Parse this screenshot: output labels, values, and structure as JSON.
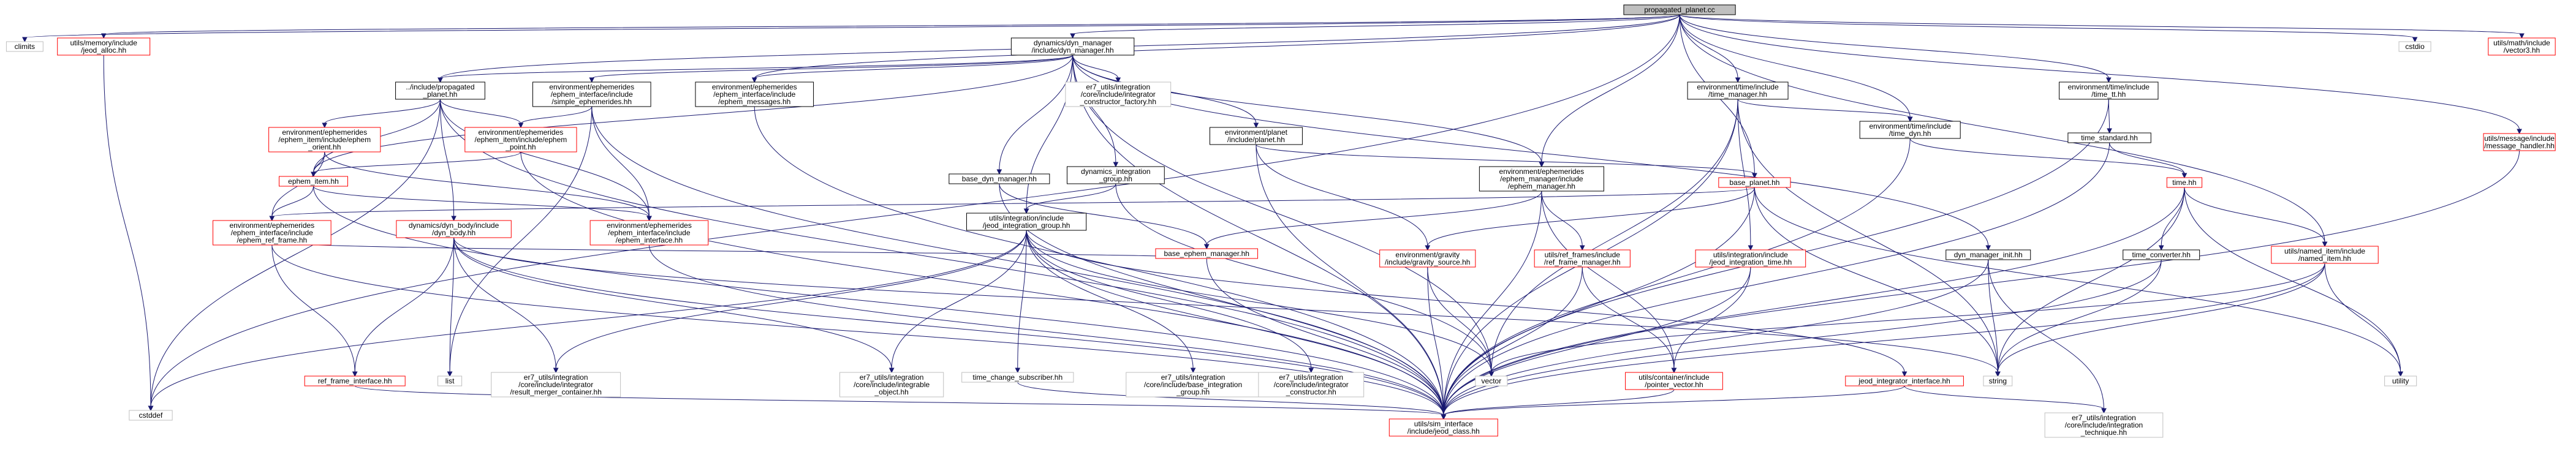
{
  "colors": {
    "node_fill": "#ffffff",
    "root_fill": "#bfbfbf",
    "border_plain": "#bfbfbf",
    "border_red": "#ff0000",
    "border_root": "#000000",
    "edge": "#191970"
  },
  "nodes": [
    {
      "id": "root",
      "lines": [
        "propagated_planet.cc"
      ],
      "style": "root"
    },
    {
      "id": "climits",
      "lines": [
        "climits"
      ],
      "style": "plain"
    },
    {
      "id": "jeod_alloc",
      "lines": [
        "utils/memory/include",
        "/jeod_alloc.hh"
      ],
      "style": "red"
    },
    {
      "id": "cstddef",
      "lines": [
        "cstddef"
      ],
      "style": "plain"
    },
    {
      "id": "dyn_manager",
      "lines": [
        "dynamics/dyn_manager",
        "/include/dyn_manager.hh"
      ],
      "style": "black"
    },
    {
      "id": "propagated_planet",
      "lines": [
        "../include/propagated",
        "_planet.hh"
      ],
      "style": "black"
    },
    {
      "id": "ephem_orient",
      "lines": [
        "environment/ephemerides",
        "/ephem_item/include/ephem",
        "_orient.hh"
      ],
      "style": "red"
    },
    {
      "id": "ephem_point",
      "lines": [
        "environment/ephemerides",
        "/ephem_item/include/ephem",
        "_point.hh"
      ],
      "style": "red"
    },
    {
      "id": "ephem_item",
      "lines": [
        "ephem_item.hh"
      ],
      "style": "red"
    },
    {
      "id": "ephem_ref_frame",
      "lines": [
        "environment/ephemerides",
        "/ephem_interface/include",
        "/ephem_ref_frame.hh"
      ],
      "style": "red"
    },
    {
      "id": "ref_frame_interface",
      "lines": [
        "ref_frame_interface.hh"
      ],
      "style": "red"
    },
    {
      "id": "dyn_body",
      "lines": [
        "dynamics/dyn_body/include",
        "/dyn_body.hh"
      ],
      "style": "red"
    },
    {
      "id": "list",
      "lines": [
        "list"
      ],
      "style": "plain"
    },
    {
      "id": "simple_ephemerides",
      "lines": [
        "environment/ephemerides",
        "/ephem_interface/include",
        "/simple_ephemerides.hh"
      ],
      "style": "black"
    },
    {
      "id": "ephem_interface",
      "lines": [
        "environment/ephemerides",
        "/ephem_interface/include",
        "/ephem_interface.hh"
      ],
      "style": "red"
    },
    {
      "id": "ephem_messages",
      "lines": [
        "environment/ephemerides",
        "/ephem_interface/include",
        "/ephem_messages.hh"
      ],
      "style": "black"
    },
    {
      "id": "er7_result_merger",
      "lines": [
        "er7_utils/integration",
        "/core/include/integrator",
        "/result_merger_container.hh"
      ],
      "style": "plain"
    },
    {
      "id": "er7_integrable_object",
      "lines": [
        "er7_utils/integration",
        "/core/include/integrable",
        "_object.hh"
      ],
      "style": "plain"
    },
    {
      "id": "base_dyn_manager",
      "lines": [
        "base_dyn_manager.hh"
      ],
      "style": "black"
    },
    {
      "id": "dynamics_integration_group",
      "lines": [
        "dynamics_integration",
        "_group.hh"
      ],
      "style": "black"
    },
    {
      "id": "er7_integrator_constructor_factory",
      "lines": [
        "er7_utils/integration",
        "/core/include/integrator",
        "_constructor_factory.hh"
      ],
      "style": "plain"
    },
    {
      "id": "jeod_integration_group",
      "lines": [
        "utils/integration/include",
        "/jeod_integration_group.hh"
      ],
      "style": "black"
    },
    {
      "id": "time_change_subscriber",
      "lines": [
        "time_change_subscriber.hh"
      ],
      "style": "plain"
    },
    {
      "id": "er7_base_integration_group",
      "lines": [
        "er7_utils/integration",
        "/core/include/base_integration",
        "_group.hh"
      ],
      "style": "plain"
    },
    {
      "id": "er7_integrator_constructor",
      "lines": [
        "er7_utils/integration",
        "/core/include/integrator",
        "_constructor.hh"
      ],
      "style": "plain"
    },
    {
      "id": "base_ephem_manager",
      "lines": [
        "base_ephem_manager.hh"
      ],
      "style": "red"
    },
    {
      "id": "planet",
      "lines": [
        "environment/planet",
        "/include/planet.hh"
      ],
      "style": "black"
    },
    {
      "id": "gravity_source",
      "lines": [
        "environment/gravity",
        "/include/gravity_source.hh"
      ],
      "style": "red"
    },
    {
      "id": "vector",
      "lines": [
        "vector"
      ],
      "style": "plain"
    },
    {
      "id": "ephem_manager",
      "lines": [
        "environment/ephemerides",
        "/ephem_manager/include",
        "/ephem_manager.hh"
      ],
      "style": "black"
    },
    {
      "id": "ref_frame_manager",
      "lines": [
        "utils/ref_frames/include",
        "/ref_frame_manager.hh"
      ],
      "style": "red"
    },
    {
      "id": "pointer_vector",
      "lines": [
        "utils/container/include",
        "/pointer_vector.hh"
      ],
      "style": "red"
    },
    {
      "id": "jeod_class",
      "lines": [
        "utils/sim_interface",
        "/include/jeod_class.hh"
      ],
      "style": "red"
    },
    {
      "id": "time_manager",
      "lines": [
        "environment/time/include",
        "/time_manager.hh"
      ],
      "style": "black"
    },
    {
      "id": "jeod_integration_time",
      "lines": [
        "utils/integration/include",
        "/jeod_integration_time.hh"
      ],
      "style": "red"
    },
    {
      "id": "jeod_integrator_interface",
      "lines": [
        "jeod_integrator_interface.hh"
      ],
      "style": "red"
    },
    {
      "id": "base_planet",
      "lines": [
        "base_planet.hh"
      ],
      "style": "red"
    },
    {
      "id": "string",
      "lines": [
        "string"
      ],
      "style": "plain"
    },
    {
      "id": "dyn_manager_init",
      "lines": [
        "dyn_manager_init.hh"
      ],
      "style": "black"
    },
    {
      "id": "er7_integration_technique",
      "lines": [
        "er7_utils/integration",
        "/core/include/integration",
        "_technique.hh"
      ],
      "style": "plain"
    },
    {
      "id": "time_dyn",
      "lines": [
        "environment/time/include",
        "/time_dyn.hh"
      ],
      "style": "black"
    },
    {
      "id": "time_tt",
      "lines": [
        "environment/time/include",
        "/time_tt.hh"
      ],
      "style": "black"
    },
    {
      "id": "time_standard",
      "lines": [
        "time_standard.hh"
      ],
      "style": "black"
    },
    {
      "id": "time",
      "lines": [
        "time.hh"
      ],
      "style": "red"
    },
    {
      "id": "time_converter",
      "lines": [
        "time_converter.hh"
      ],
      "style": "black"
    },
    {
      "id": "named_item",
      "lines": [
        "utils/named_item/include",
        "/named_item.hh"
      ],
      "style": "red"
    },
    {
      "id": "utility",
      "lines": [
        "utility"
      ],
      "style": "plain"
    },
    {
      "id": "message_handler",
      "lines": [
        "utils/message/include",
        "/message_handler.hh"
      ],
      "style": "red"
    },
    {
      "id": "cstdio",
      "lines": [
        "cstdio"
      ],
      "style": "plain"
    },
    {
      "id": "vector3",
      "lines": [
        "utils/math/include",
        "/vector3.hh"
      ],
      "style": "red"
    }
  ],
  "edges": [
    [
      "root",
      "climits"
    ],
    [
      "root",
      "jeod_alloc"
    ],
    [
      "root",
      "cstddef"
    ],
    [
      "root",
      "dyn_manager"
    ],
    [
      "root",
      "propagated_planet"
    ],
    [
      "root",
      "ephem_messages"
    ],
    [
      "root",
      "ephem_manager"
    ],
    [
      "root",
      "time_manager"
    ],
    [
      "root",
      "base_planet"
    ],
    [
      "root",
      "time_dyn"
    ],
    [
      "root",
      "time_tt"
    ],
    [
      "root",
      "named_item"
    ],
    [
      "root",
      "message_handler"
    ],
    [
      "root",
      "cstdio"
    ],
    [
      "root",
      "vector3"
    ],
    [
      "jeod_alloc",
      "cstddef"
    ],
    [
      "dyn_manager",
      "propagated_planet"
    ],
    [
      "dyn_manager",
      "simple_ephemerides"
    ],
    [
      "dyn_manager",
      "ephem_messages"
    ],
    [
      "dyn_manager",
      "er7_integrator_constructor_factory"
    ],
    [
      "dyn_manager",
      "base_dyn_manager"
    ],
    [
      "dyn_manager",
      "dynamics_integration_group"
    ],
    [
      "dyn_manager",
      "jeod_integration_group"
    ],
    [
      "dyn_manager",
      "planet"
    ],
    [
      "dyn_manager",
      "ephem_manager"
    ],
    [
      "dyn_manager",
      "dyn_manager_init"
    ],
    [
      "dyn_manager",
      "vector"
    ],
    [
      "dyn_manager",
      "jeod_class"
    ],
    [
      "dyn_manager",
      "ephem_item"
    ],
    [
      "propagated_planet",
      "ephem_orient"
    ],
    [
      "propagated_planet",
      "ephem_point"
    ],
    [
      "propagated_planet",
      "ephem_item"
    ],
    [
      "propagated_planet",
      "dyn_body"
    ],
    [
      "propagated_planet",
      "ephem_interface"
    ],
    [
      "propagated_planet",
      "jeod_class"
    ],
    [
      "propagated_planet",
      "cstddef"
    ],
    [
      "ephem_orient",
      "ephem_item"
    ],
    [
      "ephem_orient",
      "ephem_ref_frame"
    ],
    [
      "ephem_orient",
      "ephem_interface"
    ],
    [
      "ephem_point",
      "ephem_item"
    ],
    [
      "ephem_point",
      "jeod_class"
    ],
    [
      "ephem_item",
      "ephem_ref_frame"
    ],
    [
      "ephem_item",
      "ephem_interface"
    ],
    [
      "ephem_item",
      "jeod_class"
    ],
    [
      "ephem_ref_frame",
      "ref_frame_interface"
    ],
    [
      "ephem_ref_frame",
      "jeod_class"
    ],
    [
      "ref_frame_interface",
      "jeod_class"
    ],
    [
      "dyn_body",
      "ref_frame_interface"
    ],
    [
      "dyn_body",
      "list"
    ],
    [
      "dyn_body",
      "er7_result_merger"
    ],
    [
      "dyn_body",
      "er7_integrable_object"
    ],
    [
      "dyn_body",
      "jeod_class"
    ],
    [
      "dyn_body",
      "string"
    ],
    [
      "simple_ephemerides",
      "ephem_point"
    ],
    [
      "simple_ephemerides",
      "ephem_interface"
    ],
    [
      "simple_ephemerides",
      "jeod_class"
    ],
    [
      "simple_ephemerides",
      "list"
    ],
    [
      "ephem_interface",
      "jeod_class"
    ],
    [
      "ephem_messages",
      "jeod_class"
    ],
    [
      "base_dyn_manager",
      "base_ephem_manager"
    ],
    [
      "base_dyn_manager",
      "jeod_class"
    ],
    [
      "dynamics_integration_group",
      "jeod_integration_group"
    ],
    [
      "dynamics_integration_group",
      "vector"
    ],
    [
      "jeod_integration_group",
      "cstddef"
    ],
    [
      "jeod_integration_group",
      "er7_result_merger"
    ],
    [
      "jeod_integration_group",
      "er7_integrable_object"
    ],
    [
      "jeod_integration_group",
      "time_change_subscriber"
    ],
    [
      "jeod_integration_group",
      "er7_base_integration_group"
    ],
    [
      "jeod_integration_group",
      "er7_integrator_constructor"
    ],
    [
      "jeod_integration_group",
      "jeod_integrator_interface"
    ],
    [
      "jeod_integration_group",
      "vector"
    ],
    [
      "jeod_integration_group",
      "jeod_class"
    ],
    [
      "time_change_subscriber",
      "jeod_class"
    ],
    [
      "base_ephem_manager",
      "ephem_ref_frame"
    ],
    [
      "base_ephem_manager",
      "jeod_class"
    ],
    [
      "planet",
      "base_planet"
    ],
    [
      "planet",
      "gravity_source"
    ],
    [
      "planet",
      "jeod_class"
    ],
    [
      "gravity_source",
      "vector"
    ],
    [
      "gravity_source",
      "jeod_class"
    ],
    [
      "ephem_manager",
      "base_ephem_manager"
    ],
    [
      "ephem_manager",
      "ref_frame_manager"
    ],
    [
      "ephem_manager",
      "pointer_vector"
    ],
    [
      "ephem_manager",
      "jeod_class"
    ],
    [
      "ref_frame_manager",
      "pointer_vector"
    ],
    [
      "ref_frame_manager",
      "jeod_class"
    ],
    [
      "pointer_vector",
      "jeod_class"
    ],
    [
      "time_manager",
      "jeod_integration_time"
    ],
    [
      "time_manager",
      "time_dyn"
    ],
    [
      "time_manager",
      "string"
    ],
    [
      "time_manager",
      "vector"
    ],
    [
      "time_manager",
      "jeod_class"
    ],
    [
      "jeod_integration_time",
      "pointer_vector"
    ],
    [
      "jeod_integration_time",
      "jeod_class"
    ],
    [
      "jeod_integrator_interface",
      "er7_integration_technique"
    ],
    [
      "jeod_integrator_interface",
      "jeod_class"
    ],
    [
      "base_planet",
      "gravity_source"
    ],
    [
      "base_planet",
      "ephem_ref_frame"
    ],
    [
      "base_planet",
      "string"
    ],
    [
      "base_planet",
      "jeod_class"
    ],
    [
      "base_planet",
      "utility"
    ],
    [
      "dyn_manager_init",
      "er7_integration_technique"
    ],
    [
      "dyn_manager_init",
      "jeod_class"
    ],
    [
      "dyn_manager_init",
      "string"
    ],
    [
      "time_dyn",
      "time"
    ],
    [
      "time_dyn",
      "jeod_class"
    ],
    [
      "time_tt",
      "time_standard"
    ],
    [
      "time_tt",
      "jeod_class"
    ],
    [
      "time_standard",
      "time"
    ],
    [
      "time_standard",
      "jeod_class"
    ],
    [
      "time",
      "time_converter"
    ],
    [
      "time",
      "named_item"
    ],
    [
      "time",
      "string"
    ],
    [
      "time",
      "jeod_class"
    ],
    [
      "time",
      "utility"
    ],
    [
      "time_converter",
      "jeod_class"
    ],
    [
      "time_converter",
      "string"
    ],
    [
      "named_item",
      "string"
    ],
    [
      "named_item",
      "vector"
    ],
    [
      "named_item",
      "jeod_class"
    ],
    [
      "named_item",
      "utility"
    ],
    [
      "message_handler",
      "jeod_class"
    ]
  ]
}
